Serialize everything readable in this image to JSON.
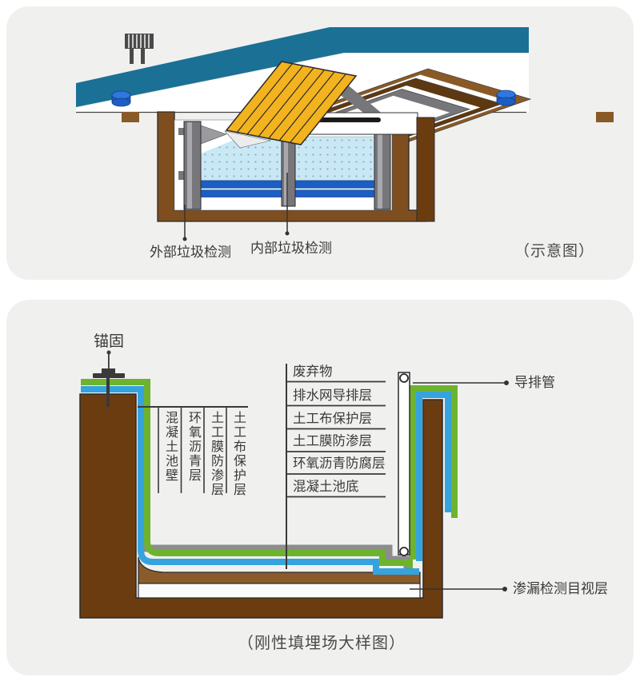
{
  "top_panel": {
    "caption": "（示意图）",
    "labels": {
      "external_detection": "外部垃圾检测",
      "internal_detection": "内部垃圾检测"
    }
  },
  "bottom_panel": {
    "caption": "（刚性填埋场大样图）",
    "anchor_label": "锚固",
    "wall_layers": [
      "混凝土池壁",
      "环氧沥青层",
      "土工膜防渗层",
      "土工布保护层"
    ],
    "base_layers": [
      "废弃物",
      "排水网导排层",
      "土工布保护层",
      "土工膜防渗层",
      "环氧沥青防腐层",
      "混凝土池底"
    ],
    "pipe_label": "导排管",
    "leak_layer_label": "渗漏检测目视层"
  },
  "colors": {
    "page_bg": "#ffffff",
    "panel_bg": "#f0f0ef",
    "roof_teal": "#1b7095",
    "rim_brown": "#8a5a26",
    "dark_brown": "#6b3c10",
    "structure_brown": "#7e4e1e",
    "pool_bottom_brown": "#8a5c2b",
    "liner_green": "#6db32e",
    "liner_blue": "#35a3dd",
    "drain_gray": "#8d8d8d",
    "wall_gray": "#77777b",
    "waste_blue": "#c9e8f5",
    "liner_royal_blue": "#1d5ec6",
    "cover_yellow": "#f3b31e",
    "line_color": "#3a3a3a"
  }
}
